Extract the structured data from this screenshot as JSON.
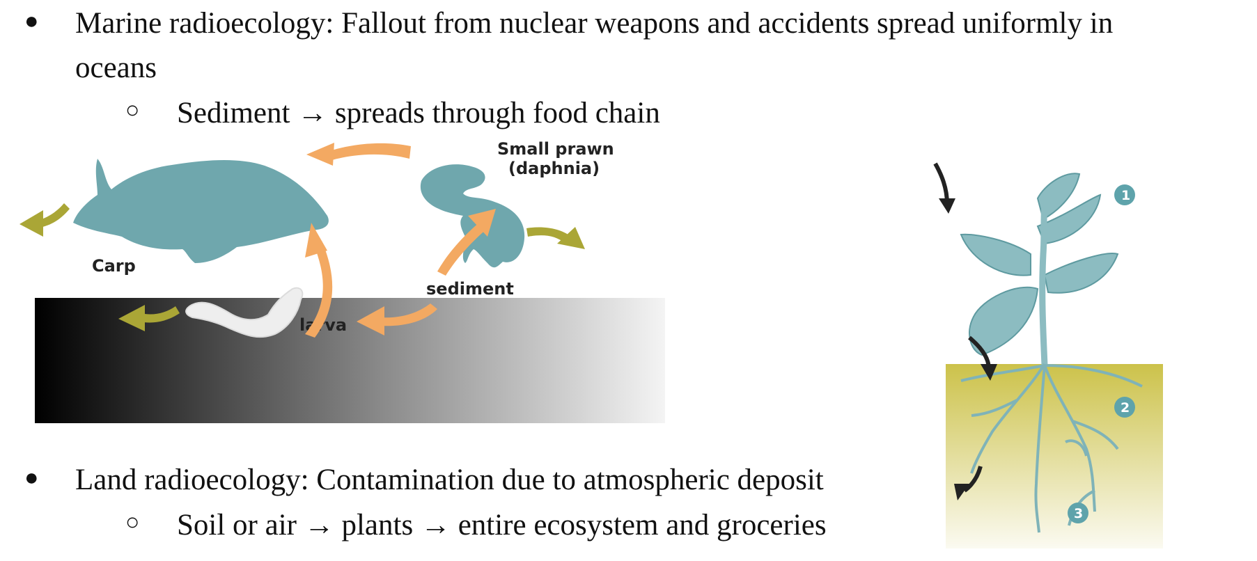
{
  "bullets": {
    "marine": {
      "text": "Marine radioecology: Fallout from nuclear weapons and accidents spread uniformly in",
      "continuation": "oceans",
      "sub": "Sediment → spreads through food chain"
    },
    "land": {
      "text": "Land radioecology: Contamination due to atmospheric deposit",
      "sub": "Soil or air → plants → entire ecosystem and groceries"
    },
    "bullet_glyph": "●",
    "sub_glyph": "○"
  },
  "food_chain_diagram": {
    "labels": {
      "carp": "Carp",
      "prawn_line1": "Small prawn",
      "prawn_line2": "(daphnia)",
      "sediment": "sediment",
      "larva": "larva"
    },
    "colors": {
      "organism": "#6fa7ad",
      "arrow_orange": "#f3a962",
      "arrow_olive": "#aaa636",
      "larva": "#eeeeee"
    }
  },
  "plant_diagram": {
    "steps": [
      "1",
      "2",
      "3"
    ],
    "colors": {
      "plant": "#8cbcc1",
      "soil_top": "#ccc24a",
      "soil_bottom": "#fbfaf1",
      "step_badge": "#5ea3ab",
      "arrow": "#222222"
    }
  }
}
